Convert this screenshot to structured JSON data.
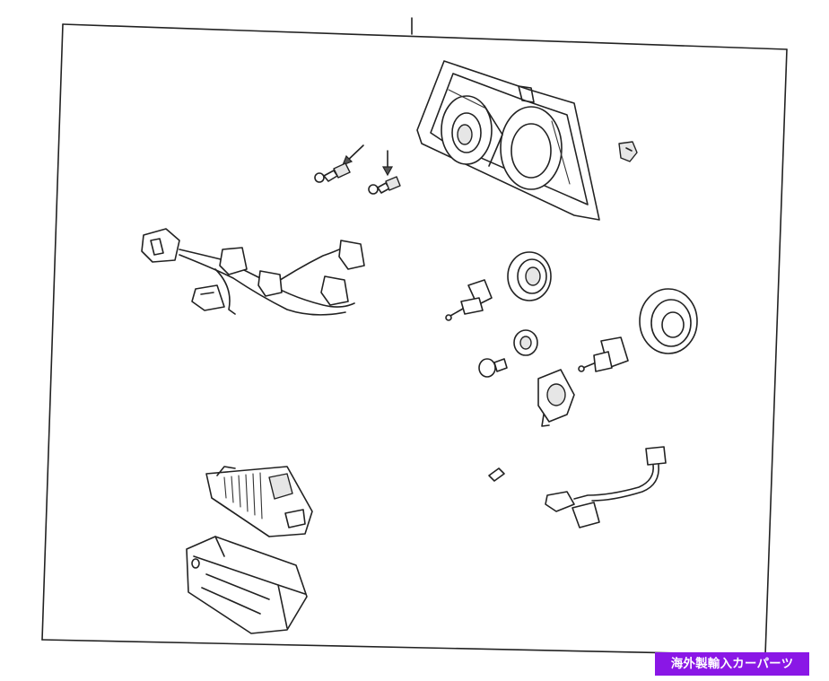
{
  "badge": {
    "text": "海外製輸入カーパーツ",
    "background": "#8a17e6",
    "color": "#ffffff"
  },
  "diagram": {
    "line_color": "#222222",
    "background": "#ffffff",
    "parts": [
      "headlamp-housing",
      "adjuster-screw",
      "adjuster-screw",
      "retainer-clip",
      "wiring-harness",
      "dust-cap",
      "bulb",
      "socket",
      "small-bulb",
      "bulb",
      "dust-cap",
      "socket",
      "small-bulb",
      "wiring-lead",
      "ballast",
      "ballast-bracket"
    ]
  }
}
